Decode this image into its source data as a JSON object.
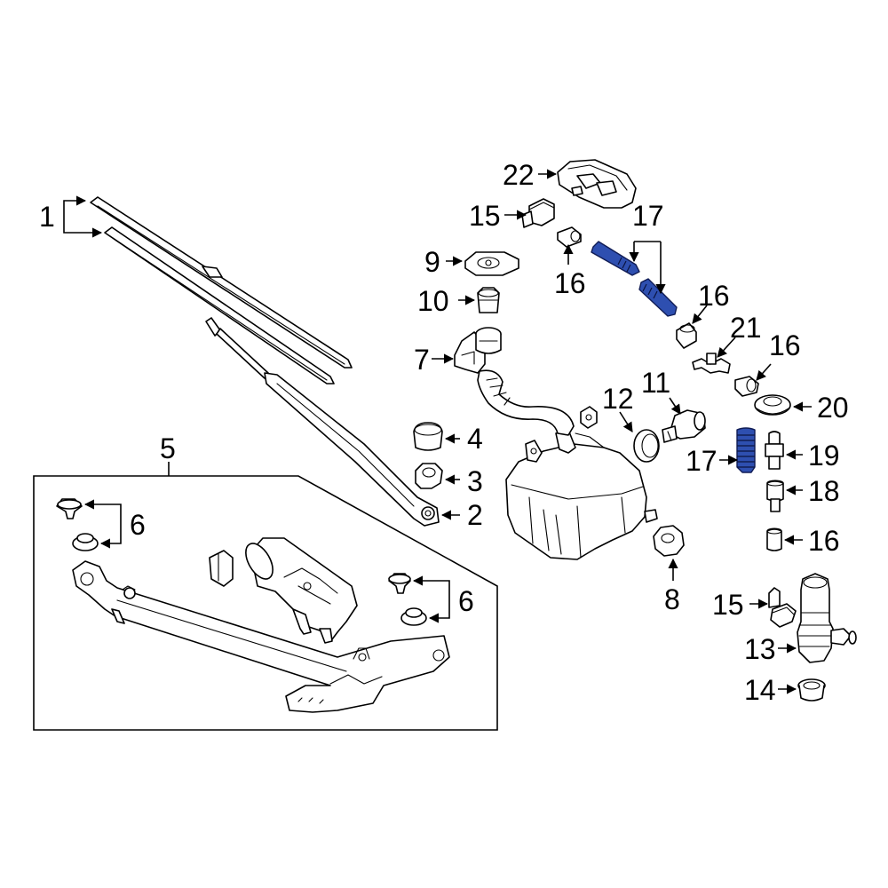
{
  "callouts": {
    "c1": "1",
    "c2": "2",
    "c3": "3",
    "c4": "4",
    "c5": "5",
    "c6a": "6",
    "c6b": "6",
    "c7": "7",
    "c8": "8",
    "c9": "9",
    "c10": "10",
    "c11": "11",
    "c12": "12",
    "c13": "13",
    "c14": "14",
    "c15a": "15",
    "c15b": "15",
    "c16a": "16",
    "c16b": "16",
    "c16c": "16",
    "c16d": "16",
    "c17a": "17",
    "c17b": "17",
    "c18": "18",
    "c19": "19",
    "c20": "20",
    "c21": "21",
    "c22": "22"
  },
  "colors": {
    "highlight": "#2e4fb0",
    "line": "#000000",
    "background": "#ffffff"
  },
  "highlighted_parts": [
    "17"
  ]
}
